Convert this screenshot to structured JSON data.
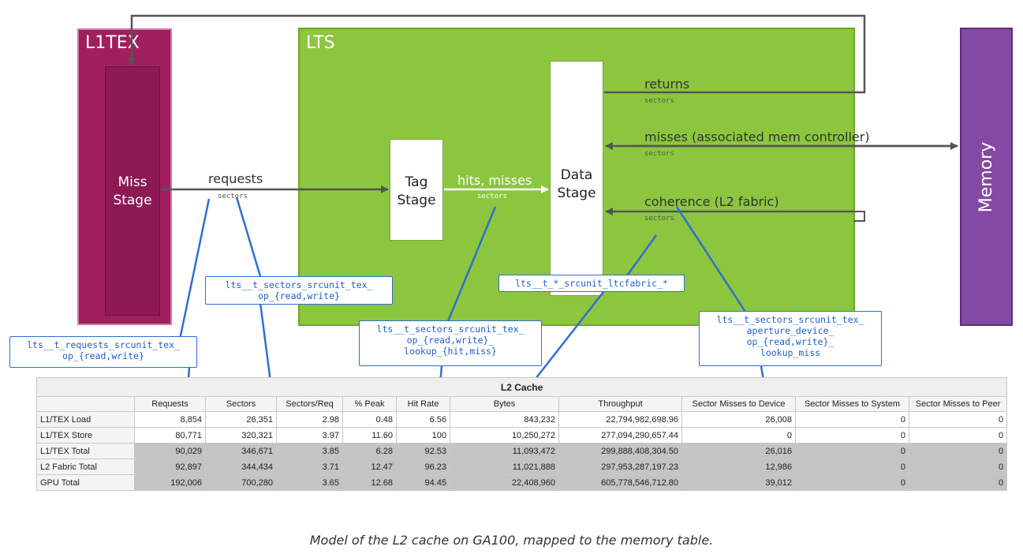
{
  "blocks": {
    "l1tex": "L1TEX",
    "miss_stage": [
      "Miss",
      "Stage"
    ],
    "lts": "LTS",
    "tag_stage": [
      "Tag",
      "Stage"
    ],
    "data_stage": [
      "Data",
      "Stage"
    ],
    "memory": "Memory"
  },
  "flows": {
    "requests": {
      "label": "requests",
      "unit": "sectors"
    },
    "hits_misses": {
      "label": "hits, misses",
      "unit": "sectors"
    },
    "returns": {
      "label": "returns",
      "unit": "sectors"
    },
    "misses_mem": {
      "label": "misses (associated mem controller)",
      "unit": "sectors"
    },
    "coherence": {
      "label": "coherence (L2 fabric)",
      "unit": "sectors"
    }
  },
  "callouts": {
    "requests": [
      "lts__t_requests_srcunit_tex_",
      "op_{read,write}"
    ],
    "sectors": [
      "lts__t_sectors_srcunit_tex_",
      "op_{read,write}"
    ],
    "lookup": [
      "lts__t_sectors_srcunit_tex_",
      "op_{read,write}_",
      "lookup_{hit,miss}"
    ],
    "fabric": [
      "lts__t_*_srcunit_ltcfabric_*"
    ],
    "aperture": [
      "lts__t_sectors_srcunit_tex_",
      "aperture_device_",
      "op_{read,write}_",
      "lookup_miss"
    ]
  },
  "table": {
    "title": "L2 Cache",
    "columns": [
      "",
      "Requests",
      "Sectors",
      "Sectors/Req",
      "% Peak",
      "Hit Rate",
      "Bytes",
      "Throughput",
      "Sector Misses to Device",
      "Sector Misses to System",
      "Sector Misses to Peer"
    ],
    "rows": [
      [
        "L1/TEX Load",
        "8,854",
        "26,351",
        "2.98",
        "0.48",
        "6.56",
        "843,232",
        "22,794,982,698.96",
        "26,008",
        "0",
        "0"
      ],
      [
        "L1/TEX Store",
        "80,771",
        "320,321",
        "3.97",
        "11.60",
        "100",
        "10,250,272",
        "277,094,290,657.44",
        "0",
        "0",
        "0"
      ],
      [
        "L1/TEX Total",
        "90,029",
        "346,671",
        "3.85",
        "6.28",
        "92.53",
        "11,093,472",
        "299,888,408,304.50",
        "26,016",
        "0",
        "0"
      ],
      [
        "L2 Fabric Total",
        "92,897",
        "344,434",
        "3.71",
        "12.47",
        "96.23",
        "11,021,888",
        "297,953,287,197.23",
        "12,986",
        "0",
        "0"
      ],
      [
        "GPU Total",
        "192,006",
        "700,280",
        "3.65",
        "12.68",
        "94.45",
        "22,408,960",
        "605,778,546,712.80",
        "39,012",
        "0",
        "0"
      ]
    ]
  },
  "caption": "Model of the L2 cache on GA100, mapped to the memory table.",
  "colors": {
    "l1tex": "#a0205e",
    "miss_stage": "#8b1a55",
    "lts": "#8cc63f",
    "memory": "#8349a3",
    "callout": "#2f6fd0",
    "arrow": "#555555"
  }
}
